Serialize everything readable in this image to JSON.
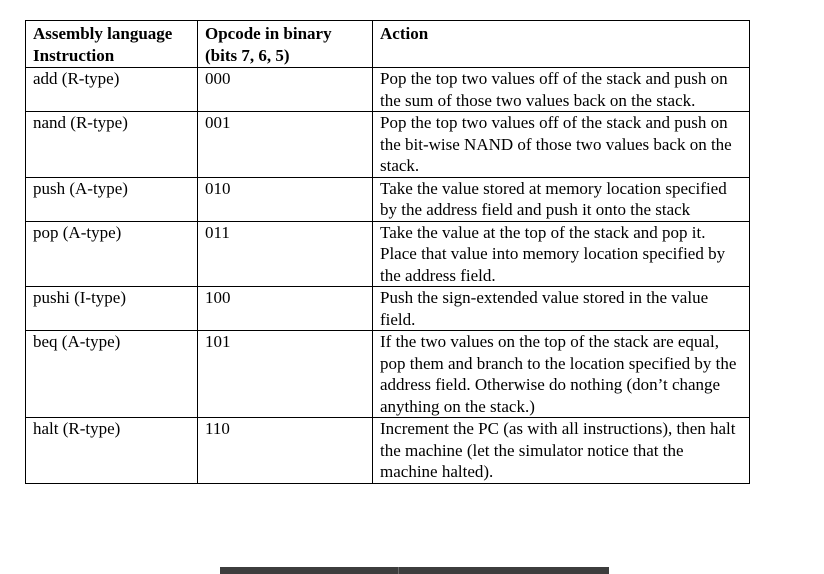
{
  "table": {
    "headers": [
      "Assembly language Instruction",
      "Opcode in binary (bits 7, 6, 5)",
      "Action"
    ],
    "rows": [
      {
        "instruction": "add (R-type)",
        "opcode": "000",
        "action": "Pop the top two values off of the stack and push on the sum of those two values back on the stack."
      },
      {
        "instruction": "nand (R-type)",
        "opcode": "001",
        "action": "Pop the top two values off of the stack and push on the bit-wise NAND of those two values back on the stack."
      },
      {
        "instruction": "push (A-type)",
        "opcode": "010",
        "action": "Take the value stored at memory location specified by the address field and push it onto the stack"
      },
      {
        "instruction": "pop (A-type)",
        "opcode": "011",
        "action": "Take the value at the top of the stack and pop it.  Place that value into memory location specified by the address field."
      },
      {
        "instruction": "pushi (I-type)",
        "opcode": "100",
        "action": "Push the sign-extended value stored in the value field."
      },
      {
        "instruction": "beq (A-type)",
        "opcode": "101",
        "action": "If the two values on the top of the stack are equal, pop them and branch to the location specified by the address field.  Otherwise do nothing (don’t change anything on the stack.)"
      },
      {
        "instruction": "halt (R-type)",
        "opcode": "110",
        "action": "Increment the PC (as with all instructions), then halt the machine (let the simulator notice that the machine halted)."
      }
    ]
  },
  "colors": {
    "text": "#000000",
    "border": "#000000",
    "background": "#ffffff",
    "scrollbar": "#3d3d3d"
  }
}
